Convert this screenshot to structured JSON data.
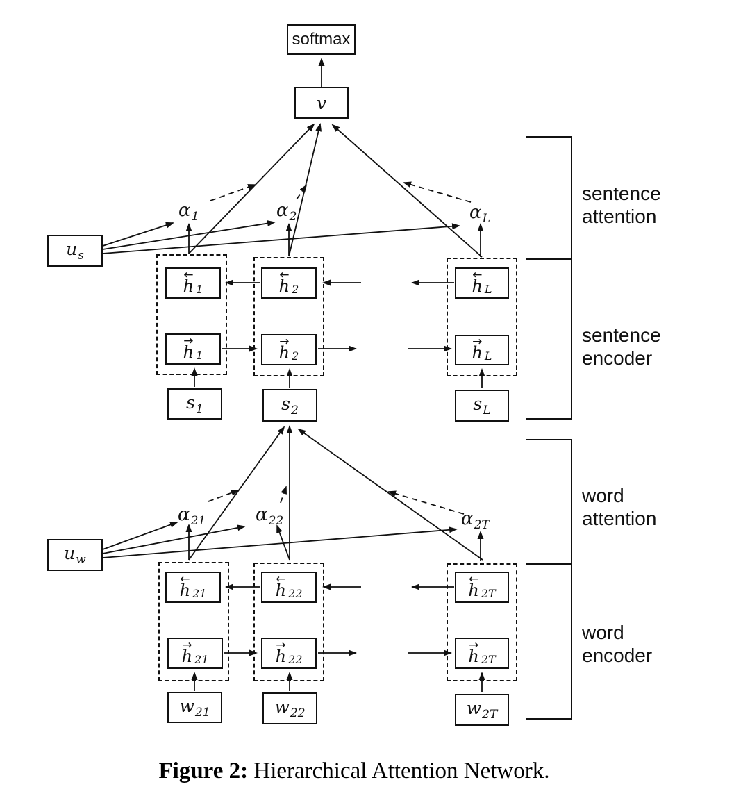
{
  "nodes": {
    "softmax": "softmax",
    "v": "v",
    "u_s": {
      "base": "u",
      "sub": "s"
    },
    "u_w": {
      "base": "u",
      "sub": "w"
    }
  },
  "sentence_attention": {
    "alphas": [
      {
        "base": "α",
        "sub": "1"
      },
      {
        "base": "α",
        "sub": "2"
      },
      {
        "base": "α",
        "sub": "L"
      }
    ]
  },
  "sentence_encoder": {
    "backward": [
      {
        "arrow": "←",
        "base": "h",
        "sub": "1"
      },
      {
        "arrow": "←",
        "base": "h",
        "sub": "2"
      },
      {
        "arrow": "←",
        "base": "h",
        "sub": "L"
      }
    ],
    "forward": [
      {
        "arrow": "→",
        "base": "h",
        "sub": "1"
      },
      {
        "arrow": "→",
        "base": "h",
        "sub": "2"
      },
      {
        "arrow": "→",
        "base": "h",
        "sub": "L"
      }
    ],
    "inputs": [
      {
        "base": "s",
        "sub": "1"
      },
      {
        "base": "s",
        "sub": "2"
      },
      {
        "base": "s",
        "sub": "L"
      }
    ]
  },
  "word_attention": {
    "alphas": [
      {
        "base": "α",
        "sub": "21"
      },
      {
        "base": "α",
        "sub": "22"
      },
      {
        "base": "α",
        "sub": "2T"
      }
    ]
  },
  "word_encoder": {
    "backward": [
      {
        "arrow": "←",
        "base": "h",
        "sub": "21"
      },
      {
        "arrow": "←",
        "base": "h",
        "sub": "22"
      },
      {
        "arrow": "←",
        "base": "h",
        "sub": "2T"
      }
    ],
    "forward": [
      {
        "arrow": "→",
        "base": "h",
        "sub": "21"
      },
      {
        "arrow": "→",
        "base": "h",
        "sub": "22"
      },
      {
        "arrow": "→",
        "base": "h",
        "sub": "2T"
      }
    ],
    "inputs": [
      {
        "base": "w",
        "sub": "21"
      },
      {
        "base": "w",
        "sub": "22"
      },
      {
        "base": "w",
        "sub": "2T"
      }
    ]
  },
  "section_labels": [
    {
      "line1": "sentence",
      "line2": "attention"
    },
    {
      "line1": "sentence",
      "line2": "encoder"
    },
    {
      "line1": "word",
      "line2": "attention"
    },
    {
      "line1": "word",
      "line2": "encoder"
    }
  ],
  "caption": {
    "label": "Figure 2:",
    "title": " Hierarchical Attention Network."
  }
}
